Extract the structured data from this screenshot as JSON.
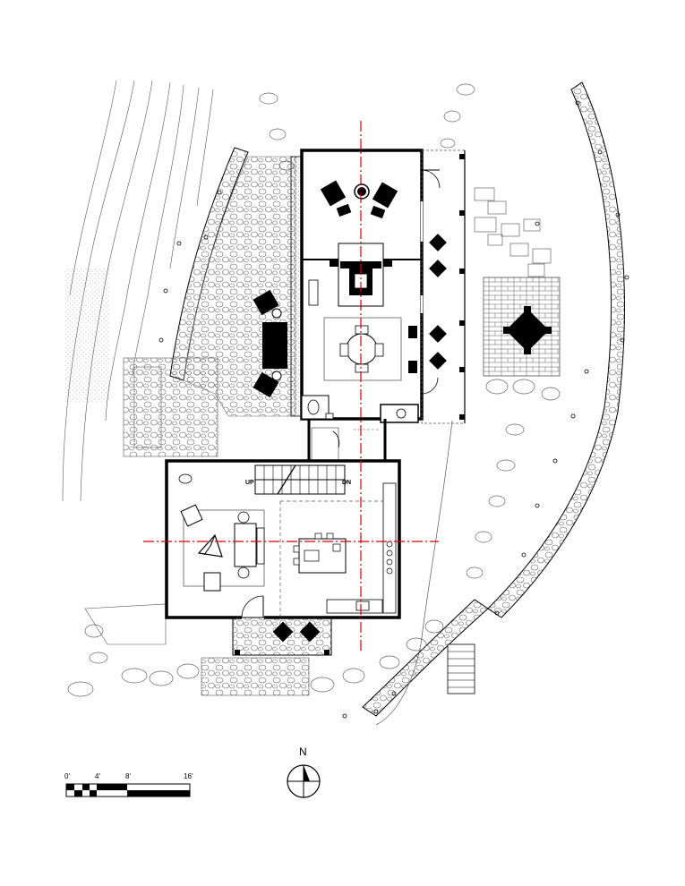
{
  "plan": {
    "stair_up_label": "UP",
    "stair_down_label": "DN",
    "north_label": "N",
    "scale_labels": [
      "0'",
      "4'",
      "8'",
      "16'"
    ]
  }
}
